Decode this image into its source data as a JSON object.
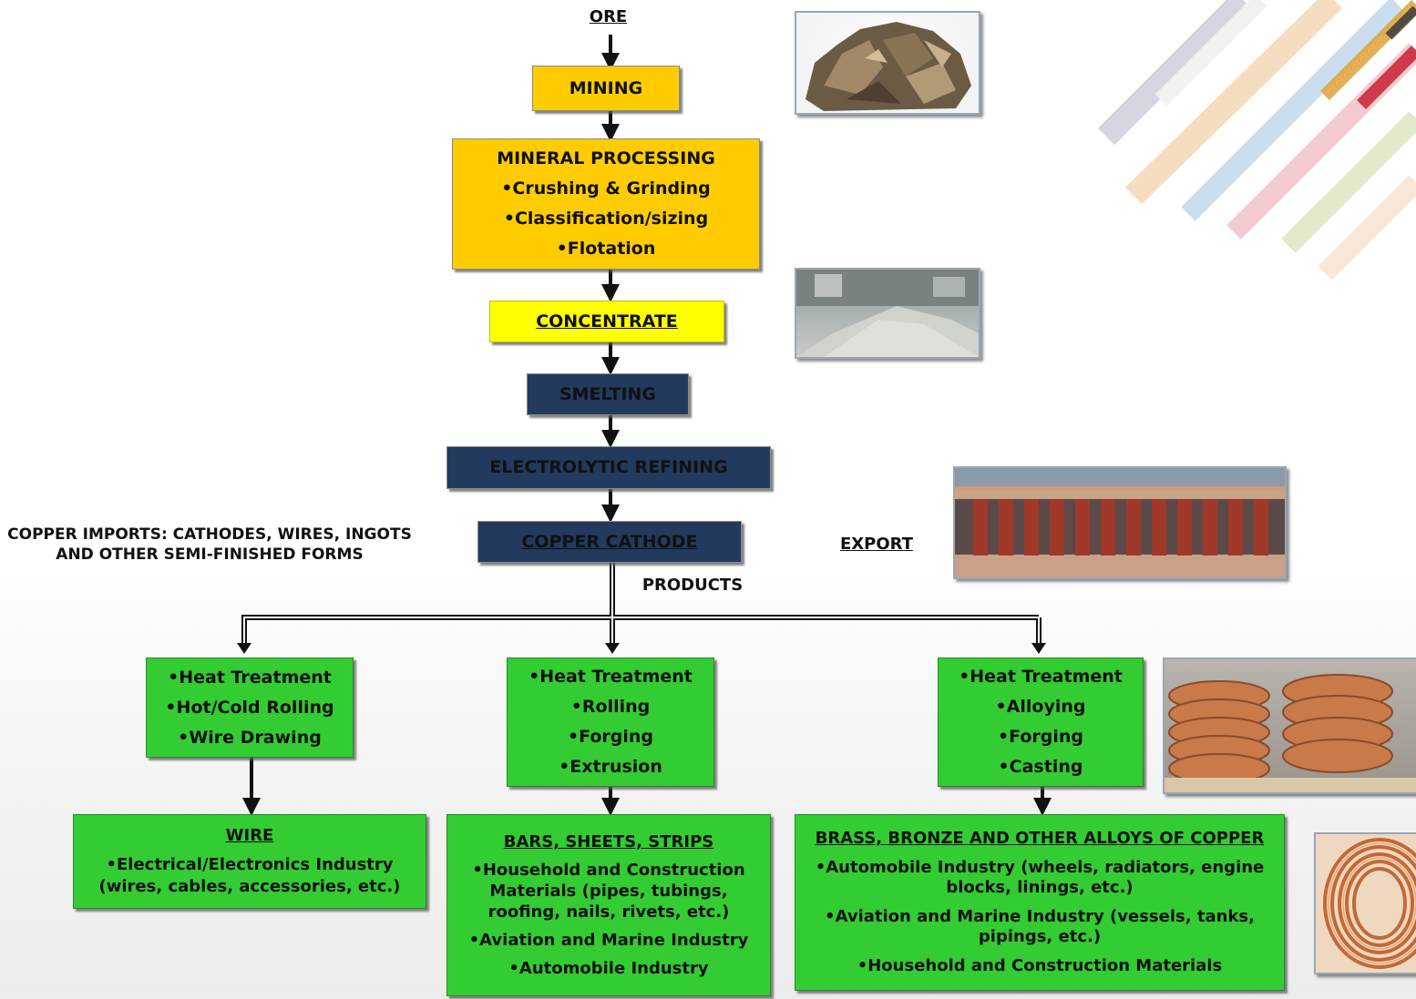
{
  "title": "ORE",
  "steps": {
    "mining": "MINING",
    "mineral_processing": {
      "title": "MINERAL PROCESSING",
      "items": [
        "Crushing & Grinding",
        "Classification/sizing",
        "Flotation"
      ]
    },
    "concentrate": "CONCENTRATE",
    "smelting": "SMELTING",
    "electrolytic_refining": "ELECTROLYTIC REFINING",
    "copper_cathode": "COPPER CATHODE"
  },
  "labels": {
    "imports": "COPPER IMPORTS: CATHODES, WIRES, INGOTS AND OTHER SEMI-FINISHED FORMS",
    "export": "EXPORT",
    "products": "PRODUCTS"
  },
  "processes": [
    [
      "Heat Treatment",
      "Hot/Cold Rolling",
      "Wire Drawing"
    ],
    [
      "Heat Treatment",
      "Rolling",
      "Forging",
      "Extrusion"
    ],
    [
      "Heat Treatment",
      "Alloying",
      "Forging",
      "Casting"
    ]
  ],
  "outputs": [
    {
      "title": "WIRE",
      "items": [
        "Electrical/Electronics Industry (wires, cables, accessories, etc.)"
      ]
    },
    {
      "title": "BARS, SHEETS, STRIPS",
      "items": [
        "Household and Construction Materials (pipes, tubings, roofing, nails, rivets, etc.)",
        "Aviation and Marine Industry",
        "Automobile Industry"
      ]
    },
    {
      "title": "BRASS, BRONZE AND OTHER ALLOYS OF COPPER",
      "items": [
        "Automobile Industry (wheels, radiators, engine blocks, linings, etc.)",
        "Aviation and Marine Industry (vessels, tanks, pipings, etc.)",
        "Household and Construction Materials"
      ]
    }
  ],
  "photos": [
    "ore-photo",
    "concentrate-photo",
    "cathode-photo",
    "copper-strip-coils-photo",
    "copper-tube-coil-photo"
  ],
  "colors": {
    "gold": "#ffcc00",
    "yellow": "#ffff00",
    "navy": "#223a5e",
    "green": "#33cc33"
  }
}
